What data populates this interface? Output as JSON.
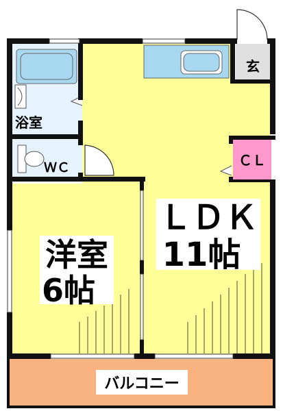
{
  "rooms": {
    "bath": "浴室",
    "wc": "ＷＣ",
    "entrance": "玄",
    "closet": "ＣＬ",
    "ldk_name": "ＬＤＫ",
    "ldk_size": "11帖",
    "western_name": "洋室",
    "western_size": "6帖",
    "balcony": "バルコニー"
  },
  "colors": {
    "floor_room": "#ffff99",
    "floor_wet": "#e6f3ff",
    "fixture": "#a8d8f0",
    "entrance_floor": "#e0e0e0",
    "closet_floor": "#ff99cc",
    "balcony_floor": "#f9b381",
    "wall": "#111111"
  }
}
